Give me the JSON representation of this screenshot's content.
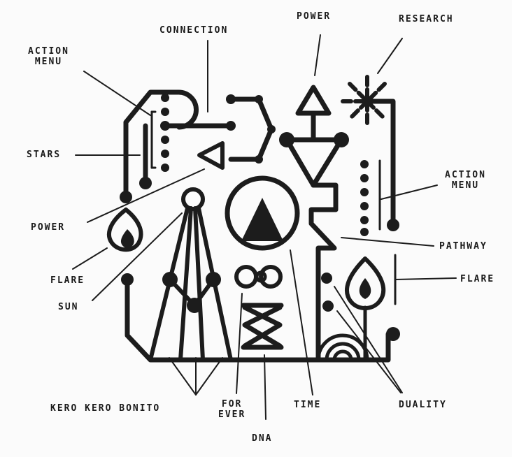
{
  "labels": {
    "connection": "CONNECTION",
    "power_top": "POWER",
    "research": "RESEARCH",
    "action_menu_left_1": "ACTION",
    "action_menu_left_2": "MENU",
    "stars": "STARS",
    "action_menu_right_1": "ACTION",
    "action_menu_right_2": "MENU",
    "power_left": "POWER",
    "pathway": "PATHWAY",
    "flare_left": "FLARE",
    "flare_right": "FLARE",
    "sun": "SUN",
    "kero_kero_bonito": "KERO KERO BONITO",
    "for_ever_1": "FOR",
    "for_ever_2": "EVER",
    "time": "TIME",
    "duality": "DUALITY",
    "dna": "DNA"
  },
  "colors": {
    "ink": "#1c1c1c",
    "paper": "#fbfbfb"
  }
}
